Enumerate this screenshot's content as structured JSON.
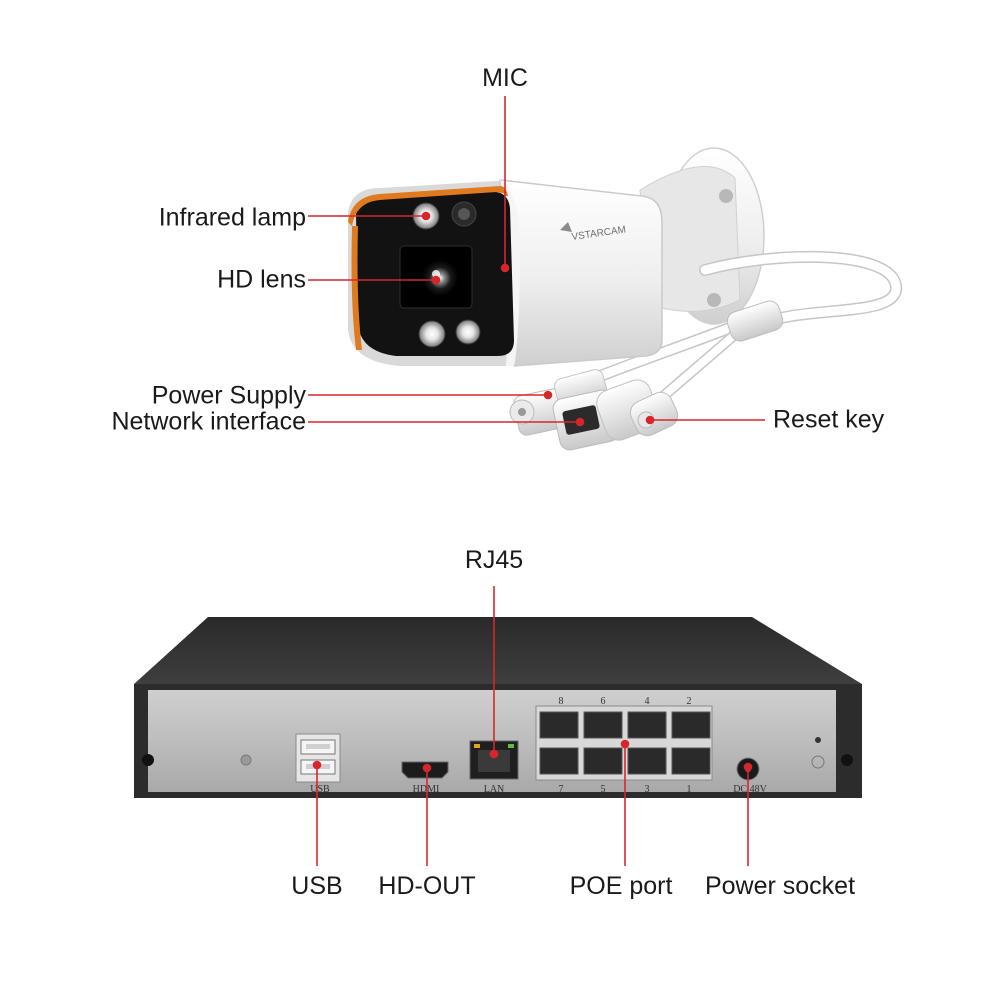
{
  "camera": {
    "brand": "VSTARCAM",
    "labels": {
      "mic": "MIC",
      "infrared_lamp": "Infrared lamp",
      "hd_lens": "HD lens",
      "power_supply": "Power Supply",
      "network_interface": "Network interface",
      "reset_key": "Reset key"
    }
  },
  "nvr": {
    "labels": {
      "rj45": "RJ45",
      "usb": "USB",
      "hd_out": "HD-OUT",
      "poe_port": "POE port",
      "power_socket": "Power socket"
    },
    "panel_text": {
      "usb": "USB",
      "hdmi": "HDMI",
      "lan": "LAN",
      "dc": "DC 48V",
      "ports_top": [
        "8",
        "6",
        "4",
        "2"
      ],
      "ports_bottom": [
        "7",
        "5",
        "3",
        "1"
      ]
    }
  },
  "colors": {
    "callout_line": "#d7262b",
    "label_text": "#1a1a1a"
  }
}
